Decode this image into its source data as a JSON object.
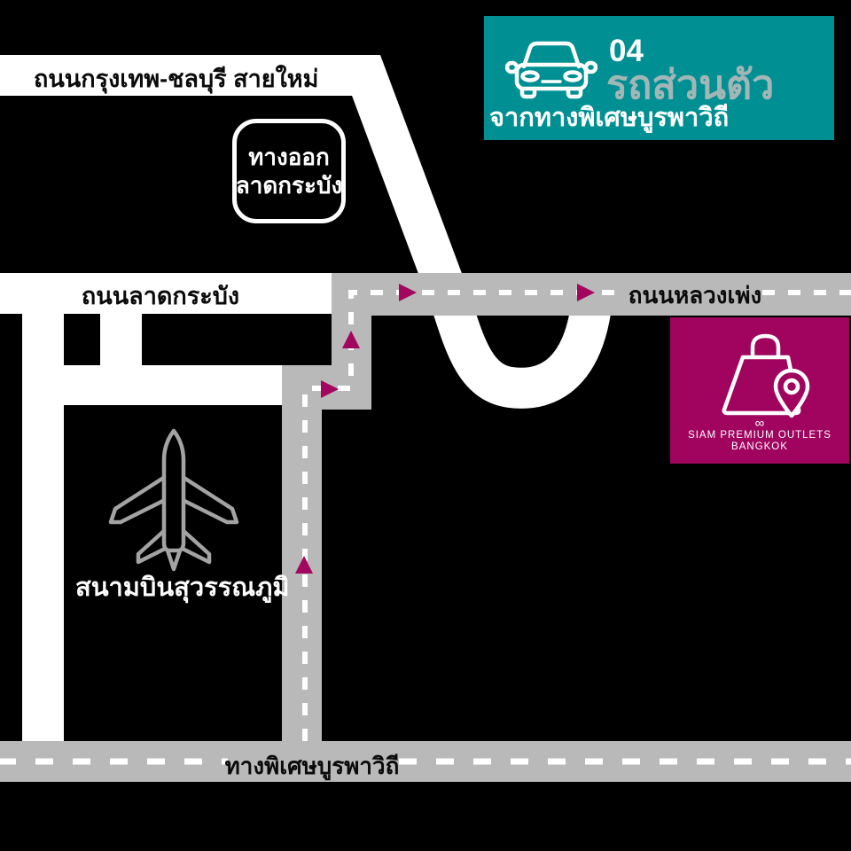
{
  "colors": {
    "background": "#000000",
    "road_white": "#ffffff",
    "road_gray": "#b9b9b9",
    "route_magenta": "#a2065f",
    "header_teal": "#009094",
    "header_title_gray": "#a3b6b6",
    "destination_magenta": "#a0045f",
    "airplane_gray": "#a3a3a3"
  },
  "header": {
    "number": "04",
    "title": "รถส่วนตัว",
    "subtitle": "จากทางพิเศษบูรพาวิถี"
  },
  "map": {
    "roads": {
      "bangkok_chonburi": "ถนนกรุงเทพ-ชลบุรี สายใหม่",
      "ladkrabang": "ถนนลาดกระบัง",
      "luang_phaeng": "ถนนหลวงเพ่ง",
      "burapha_withi": "ทางพิเศษบูรพาวิถี"
    },
    "exit_sign": {
      "line1": "ทางออก",
      "line2": "ลาดกระบัง"
    },
    "airport_label": "สนามบินสุวรรณภูมิ",
    "destination": {
      "mark": "∞",
      "line1": "SIAM PREMIUM OUTLETS",
      "line2": "BANGKOK"
    }
  }
}
